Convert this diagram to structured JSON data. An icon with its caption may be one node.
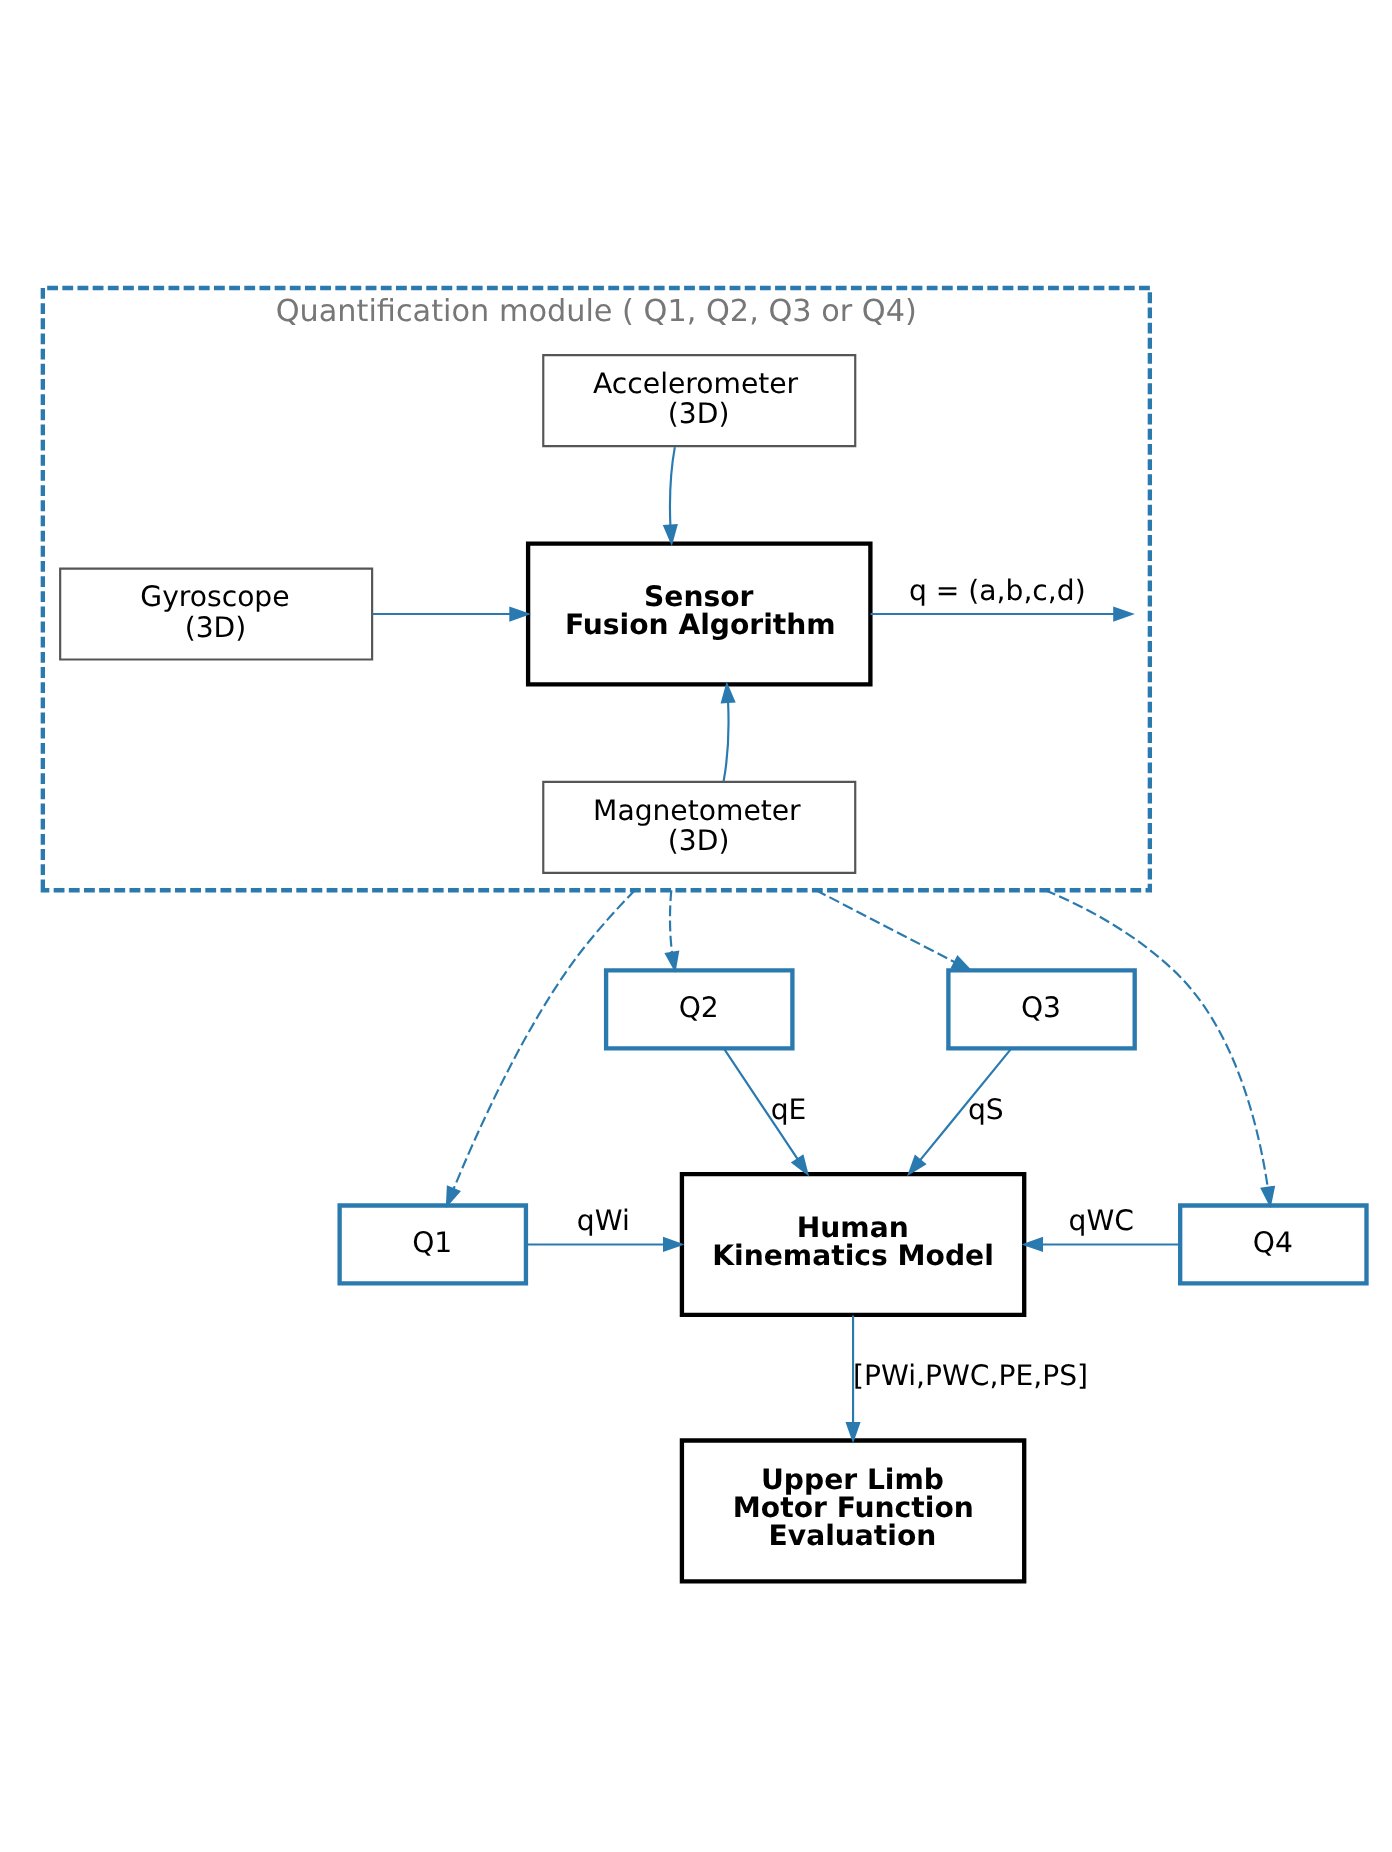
{
  "diagram": {
    "nodes": [
      {
        "text": [
          "Quantification module ( Q1, Q2, Q3 or Q4)"
        ]
      },
      {
        "text": [
          "Accelerometer (3D)"
        ],
        "in": 0
      },
      {
        "text": [
          "Gyroscope (3D)"
        ],
        "in": 0
      },
      {
        "text": [
          "Sensor Fusion Algorithm"
        ],
        "in": 0
      },
      {
        "text": [
          "Magnetometer (3D)"
        ],
        "in": 0
      },
      {
        "text": [
          "Q2"
        ]
      },
      {
        "text": [
          "Q3"
        ]
      },
      {
        "text": [
          "Q1"
        ]
      },
      {
        "text": [
          "Human Kinematics Model"
        ]
      },
      {
        "text": [
          "Q4"
        ]
      },
      {
        "text": [
          "Upper Limb Motor Function Evaluation"
        ]
      }
    ],
    "edges": [
      {
        "from": 1,
        "to": 3,
        "arrow": "to"
      },
      {
        "from": 2,
        "to": 3,
        "arrow": "to"
      },
      {
        "from": 4,
        "to": 3,
        "arrow": "to"
      },
      {
        "from": 3,
        "to": null,
        "arrow": "to",
        "label": "q = (a,b,c,d)"
      },
      {
        "from": 0,
        "to": 7,
        "arrow": "to",
        "style": "dashed"
      },
      {
        "from": 0,
        "to": 5,
        "arrow": "to",
        "style": "dashed"
      },
      {
        "from": 0,
        "to": 6,
        "arrow": "to",
        "style": "dashed"
      },
      {
        "from": 0,
        "to": 9,
        "arrow": "to",
        "style": "dashed"
      },
      {
        "from": 5,
        "to": 8,
        "arrow": "to",
        "label": "qE"
      },
      {
        "from": 6,
        "to": 8,
        "arrow": "to",
        "label": "qS"
      },
      {
        "from": 7,
        "to": 8,
        "arrow": "to",
        "label": "qWi"
      },
      {
        "from": 9,
        "to": 8,
        "arrow": "to",
        "label": "qWC"
      },
      {
        "from": 8,
        "to": 10,
        "arrow": "to",
        "label": "[PWi,PWC,PE,PS]"
      }
    ]
  }
}
